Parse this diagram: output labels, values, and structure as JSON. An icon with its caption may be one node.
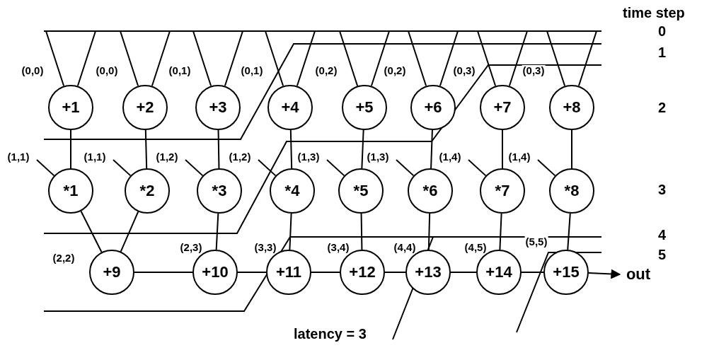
{
  "diagram": {
    "caption": "latency = 3",
    "nodes": [
      {
        "text": [
          "+1"
        ]
      },
      {
        "text": [
          "+2"
        ]
      },
      {
        "text": [
          "+3"
        ]
      },
      {
        "text": [
          "+4"
        ]
      },
      {
        "text": [
          "+5"
        ]
      },
      {
        "text": [
          "+6"
        ]
      },
      {
        "text": [
          "+7"
        ]
      },
      {
        "text": [
          "+8"
        ]
      },
      {
        "text": [
          "*1"
        ]
      },
      {
        "text": [
          "*2"
        ]
      },
      {
        "text": [
          "*3"
        ]
      },
      {
        "text": [
          "*4"
        ]
      },
      {
        "text": [
          "*5"
        ]
      },
      {
        "text": [
          "*6"
        ]
      },
      {
        "text": [
          "*7"
        ]
      },
      {
        "text": [
          "*8"
        ]
      },
      {
        "text": [
          "+9"
        ]
      },
      {
        "text": [
          "+10"
        ]
      },
      {
        "text": [
          "+11"
        ]
      },
      {
        "text": [
          "+12"
        ]
      },
      {
        "text": [
          "+13"
        ]
      },
      {
        "text": [
          "+14"
        ]
      },
      {
        "text": [
          "+15"
        ]
      },
      {
        "text": [
          "out"
        ]
      }
    ],
    "edges": [
      {
        "from": null,
        "to": 0,
        "arrow": "none",
        "label": "(0,0)"
      },
      {
        "from": null,
        "to": 0,
        "arrow": "none"
      },
      {
        "from": null,
        "to": 1,
        "arrow": "none",
        "label": "(0,0)"
      },
      {
        "from": null,
        "to": 1,
        "arrow": "none"
      },
      {
        "from": null,
        "to": 2,
        "arrow": "none",
        "label": "(0,1)"
      },
      {
        "from": null,
        "to": 2,
        "arrow": "none"
      },
      {
        "from": null,
        "to": 3,
        "arrow": "none",
        "label": "(0,1)"
      },
      {
        "from": null,
        "to": 3,
        "arrow": "none"
      },
      {
        "from": null,
        "to": 4,
        "arrow": "none",
        "label": "(0,2)"
      },
      {
        "from": null,
        "to": 4,
        "arrow": "none"
      },
      {
        "from": null,
        "to": 5,
        "arrow": "none",
        "label": "(0,2)"
      },
      {
        "from": null,
        "to": 5,
        "arrow": "none"
      },
      {
        "from": null,
        "to": 6,
        "arrow": "none",
        "label": "(0,3)"
      },
      {
        "from": null,
        "to": 6,
        "arrow": "none"
      },
      {
        "from": null,
        "to": 7,
        "arrow": "none",
        "label": "(0,3)"
      },
      {
        "from": null,
        "to": 7,
        "arrow": "none"
      },
      {
        "from": 0,
        "to": 8,
        "arrow": "none"
      },
      {
        "from": 1,
        "to": 9,
        "arrow": "none"
      },
      {
        "from": 2,
        "to": 10,
        "arrow": "none"
      },
      {
        "from": 3,
        "to": 11,
        "arrow": "none"
      },
      {
        "from": 4,
        "to": 12,
        "arrow": "none"
      },
      {
        "from": 5,
        "to": 13,
        "arrow": "none"
      },
      {
        "from": 6,
        "to": 14,
        "arrow": "none"
      },
      {
        "from": 7,
        "to": 15,
        "arrow": "none"
      },
      {
        "from": null,
        "to": 8,
        "arrow": "none",
        "label": "(1,1)"
      },
      {
        "from": null,
        "to": 9,
        "arrow": "none",
        "label": "(1,1)"
      },
      {
        "from": null,
        "to": 10,
        "arrow": "none",
        "label": "(1,2)"
      },
      {
        "from": null,
        "to": 11,
        "arrow": "none",
        "label": "(1,2)"
      },
      {
        "from": null,
        "to": 12,
        "arrow": "none",
        "label": "(1,3)"
      },
      {
        "from": null,
        "to": 13,
        "arrow": "none",
        "label": "(1,3)"
      },
      {
        "from": null,
        "to": 14,
        "arrow": "none",
        "label": "(1,4)"
      },
      {
        "from": null,
        "to": 15,
        "arrow": "none",
        "label": "(1,4)"
      },
      {
        "from": 8,
        "to": 16,
        "arrow": "none",
        "label": "(2,2)"
      },
      {
        "from": 9,
        "to": 16,
        "arrow": "none"
      },
      {
        "from": 16,
        "to": 17,
        "arrow": "none"
      },
      {
        "from": 10,
        "to": 17,
        "arrow": "none",
        "label": "(2,3)"
      },
      {
        "from": 17,
        "to": 18,
        "arrow": "none"
      },
      {
        "from": 11,
        "to": 18,
        "arrow": "none",
        "label": "(3,3)"
      },
      {
        "from": 18,
        "to": 19,
        "arrow": "none"
      },
      {
        "from": 12,
        "to": 19,
        "arrow": "none",
        "label": "(3,4)"
      },
      {
        "from": 19,
        "to": 20,
        "arrow": "none"
      },
      {
        "from": 13,
        "to": 20,
        "arrow": "none",
        "label": "(4,4)"
      },
      {
        "from": 20,
        "to": 21,
        "arrow": "none"
      },
      {
        "from": 14,
        "to": 21,
        "arrow": "none",
        "label": "(4,5)"
      },
      {
        "from": 21,
        "to": 22,
        "arrow": "none"
      },
      {
        "from": 15,
        "to": 22,
        "arrow": "none",
        "label": "(5,5)"
      },
      {
        "from": 22,
        "to": 23,
        "arrow": "to"
      }
    ],
    "labels": [
      "time step",
      "0",
      "1",
      "2",
      "3",
      "4",
      "5"
    ]
  }
}
